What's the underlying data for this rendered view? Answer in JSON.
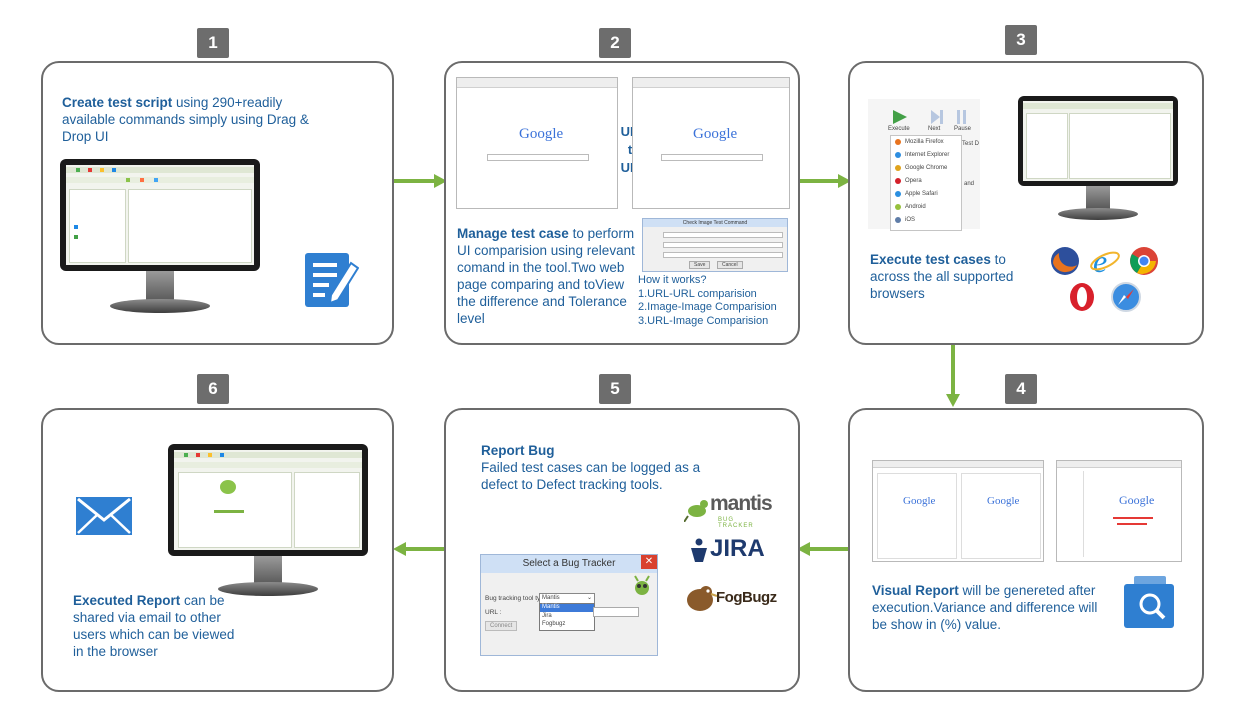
{
  "steps": [
    {
      "num": "1",
      "bold": "Create test script",
      "text": " using 290+readily available commands simply using Drag & Drop UI"
    },
    {
      "num": "2",
      "bold": "Manage test case",
      "text": " to perform UI comparision using relevant comand in the tool.Two web page comparing and toView the difference and Tolerance level",
      "url_label": [
        "URL",
        "to",
        "URL"
      ],
      "how_title": "How it works?",
      "how_items": [
        "1.URL-URL comparision",
        "2.Image-Image Comparision",
        "3.URL-Image Comparision"
      ]
    },
    {
      "num": "3",
      "bold": "Execute test cases",
      "text": " to across the all supported browsers",
      "toolbar": [
        "Execute",
        "Next",
        "Pause"
      ],
      "browsers": [
        "Mozilla Firefox",
        "Internet Explorer",
        "Google Chrome",
        "Opera",
        "Apple Safari",
        "Android",
        "iOS"
      ],
      "partial_labels": [
        "Test D",
        "and"
      ]
    },
    {
      "num": "4",
      "bold": "Visual Report",
      "text": " will be genereted after execution.Variance and difference will be show in (%) value."
    },
    {
      "num": "5",
      "bold": "Report Bug",
      "text": "Failed test cases can be logged as a defect to Defect tracking tools.",
      "dialog": {
        "title": "Select a Bug Tracker",
        "label_type": "Bug tracking tool type:",
        "selected": "Mantis",
        "options": [
          "Mantis",
          "Jira",
          "Fogbugz"
        ],
        "label_url": "URL :",
        "button": "Connect"
      },
      "logos": {
        "mantis": "mantis",
        "mantis_sub": "BUG TRACKER",
        "jira": "JIRA",
        "fogbugz": "FogBugz"
      }
    },
    {
      "num": "6",
      "bold": "Executed Report",
      "text": " can be shared via email to other users which can be viewed in the browser"
    }
  ],
  "screens": {
    "google": "Google",
    "dialog2_title": "Check Image Test Command",
    "dialog2_buttons": [
      "Save",
      "Cancel"
    ]
  },
  "colors": {
    "accent_text": "#1f5f9a",
    "arrow": "#7cb342",
    "badge": "#6d6d6d",
    "card_border": "#6b6b6b",
    "icon_blue": "#2f7fd1"
  },
  "icons": [
    "edit-document-icon",
    "search-document-icon",
    "envelope-icon",
    "firefox-icon",
    "ie-icon",
    "chrome-icon",
    "opera-icon",
    "safari-icon"
  ]
}
